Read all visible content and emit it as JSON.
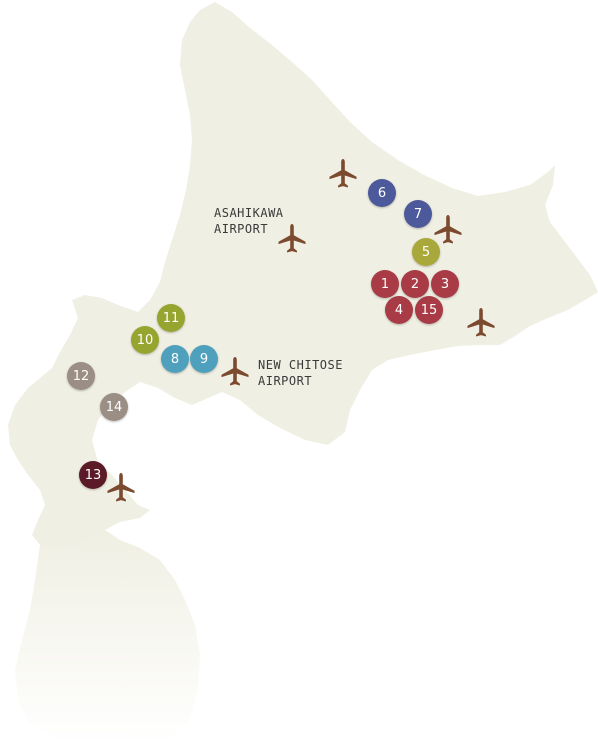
{
  "colors": {
    "land": "#f0efe3",
    "land_fade": "#f6f6ee",
    "plane": "#7c4a2e",
    "label": "#3a3a3a",
    "cat_red": "#a83b45",
    "cat_blue": "#4c5a9c",
    "cat_olive": "#a9a83a",
    "cat_green": "#96a52f",
    "cat_teal": "#4fa0bd",
    "cat_gray": "#9b8e84",
    "cat_dark": "#5c1a28"
  },
  "labels": {
    "asahikawa_line1": "ASAHIKAWA",
    "asahikawa_line2": "AIRPORT",
    "chitose_line1": "NEW CHITOSE",
    "chitose_line2": "AIRPORT"
  },
  "pins": [
    {
      "label": "1",
      "color": "#a83b45"
    },
    {
      "label": "2",
      "color": "#a83b45"
    },
    {
      "label": "3",
      "color": "#a83b45"
    },
    {
      "label": "4",
      "color": "#a83b45"
    },
    {
      "label": "15",
      "color": "#a83b45"
    },
    {
      "label": "6",
      "color": "#4c5a9c"
    },
    {
      "label": "7",
      "color": "#4c5a9c"
    },
    {
      "label": "5",
      "color": "#a9a83a"
    },
    {
      "label": "11",
      "color": "#96a52f"
    },
    {
      "label": "10",
      "color": "#96a52f"
    },
    {
      "label": "8",
      "color": "#4fa0bd"
    },
    {
      "label": "9",
      "color": "#4fa0bd"
    },
    {
      "label": "12",
      "color": "#9b8e84"
    },
    {
      "label": "14",
      "color": "#9b8e84"
    },
    {
      "label": "13",
      "color": "#5c1a28"
    }
  ],
  "icons": {
    "airport": "airplane-icon"
  }
}
